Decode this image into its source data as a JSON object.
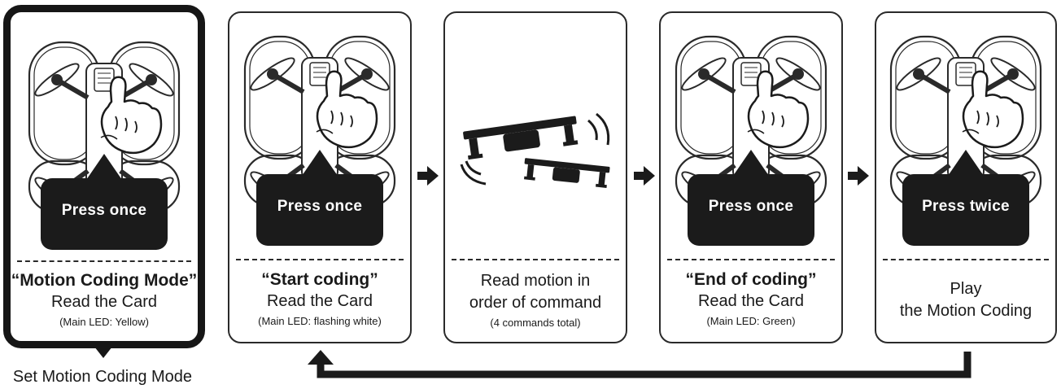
{
  "cards": [
    {
      "bubble": "Press once",
      "line1": "“Motion Coding Mode”",
      "line2": "Read the Card",
      "line3": "(Main LED: Yellow)"
    },
    {
      "bubble": "Press once",
      "line1": "“Start coding”",
      "line2": "Read the Card",
      "line3": "(Main LED: flashing white)"
    },
    {
      "line1": "Read motion in",
      "line2": "order of command",
      "line3": "(4 commands total)"
    },
    {
      "bubble": "Press once",
      "line1": "“End of coding”",
      "line2": "Read the Card",
      "line3": "(Main LED: Green)"
    },
    {
      "bubble": "Press twice",
      "line1": "Play",
      "line2": "the Motion Coding"
    }
  ],
  "bottom_label": "Set Motion Coding Mode",
  "icons": [
    "drone-icon",
    "hand-pointer-icon",
    "speech-bubble-icon",
    "flying-drones-icon",
    "arrow-right-icon",
    "loop-arrow-icon"
  ],
  "colors": {
    "ink": "#1b1b1b",
    "background": "#ffffff"
  }
}
